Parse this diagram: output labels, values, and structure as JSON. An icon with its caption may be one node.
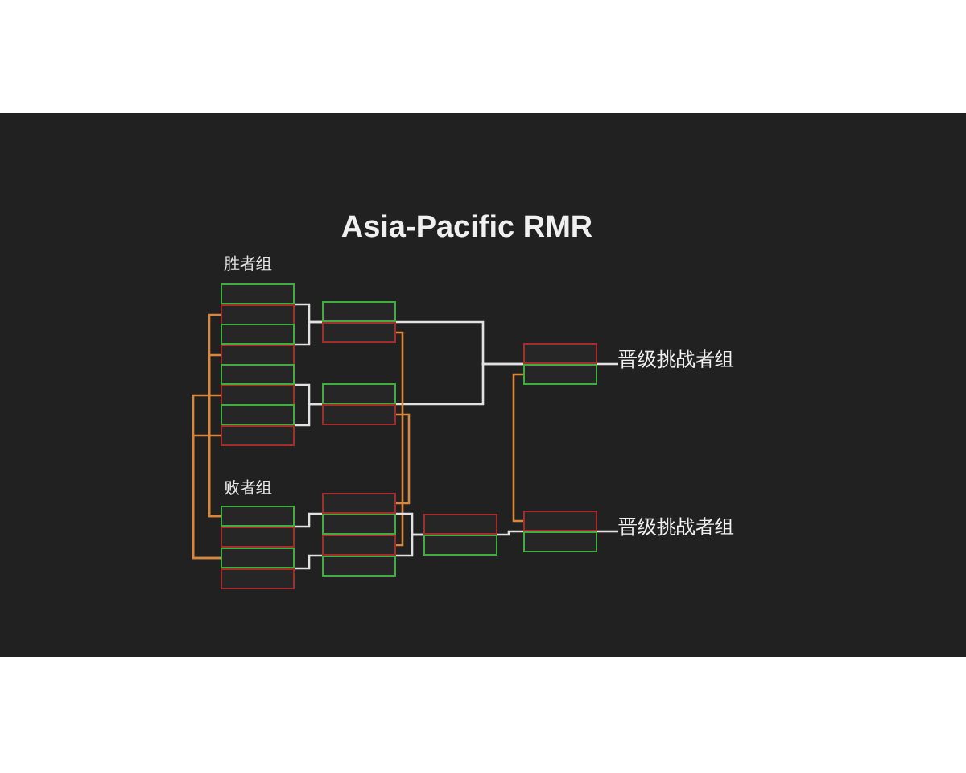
{
  "diagram": {
    "title": "Asia-Pacific RMR",
    "nodes": [
      {
        "text": [],
        "shape": "box"
      },
      {
        "text": [],
        "shape": "box"
      },
      {
        "text": [],
        "shape": "box"
      },
      {
        "text": [],
        "shape": "box"
      },
      {
        "text": [],
        "shape": "box"
      },
      {
        "text": [],
        "shape": "box"
      },
      {
        "text": [],
        "shape": "box"
      },
      {
        "text": [],
        "shape": "box"
      },
      {
        "text": [],
        "shape": "box"
      },
      {
        "text": [],
        "shape": "box"
      },
      {
        "text": [],
        "shape": "box"
      },
      {
        "text": [],
        "shape": "box"
      },
      {
        "text": [],
        "shape": "box"
      },
      {
        "text": [
          "晋级挑战者组"
        ]
      },
      {
        "text": [
          "晋级挑战者组"
        ]
      }
    ],
    "edges": [
      {
        "from": 0,
        "to": 4,
        "arrow": "none"
      },
      {
        "from": 1,
        "to": 4,
        "arrow": "none"
      },
      {
        "from": 2,
        "to": 5,
        "arrow": "none"
      },
      {
        "from": 3,
        "to": 5,
        "arrow": "none"
      },
      {
        "from": 4,
        "to": 6,
        "arrow": "none"
      },
      {
        "from": 5,
        "to": 6,
        "arrow": "none"
      },
      {
        "from": 6,
        "to": 13,
        "arrow": "none"
      },
      {
        "from": 0,
        "to": 7,
        "arrow": "none",
        "color": "#d9873c"
      },
      {
        "from": 1,
        "to": 7,
        "arrow": "none",
        "color": "#d9873c"
      },
      {
        "from": 2,
        "to": 8,
        "arrow": "none",
        "color": "#d9873c"
      },
      {
        "from": 3,
        "to": 8,
        "arrow": "none",
        "color": "#d9873c"
      },
      {
        "from": 4,
        "to": 10,
        "arrow": "none",
        "color": "#d9873c"
      },
      {
        "from": 5,
        "to": 9,
        "arrow": "none",
        "color": "#d9873c"
      },
      {
        "from": 6,
        "to": 12,
        "arrow": "none",
        "color": "#d9873c"
      },
      {
        "from": 7,
        "to": 9,
        "arrow": "none"
      },
      {
        "from": 8,
        "to": 10,
        "arrow": "none"
      },
      {
        "from": 9,
        "to": 11,
        "arrow": "none"
      },
      {
        "from": 10,
        "to": 11,
        "arrow": "none"
      },
      {
        "from": 11,
        "to": 12,
        "arrow": "none"
      },
      {
        "from": 12,
        "to": 14,
        "arrow": "none"
      }
    ],
    "labels": [
      "胜者组",
      "败者组"
    ]
  }
}
